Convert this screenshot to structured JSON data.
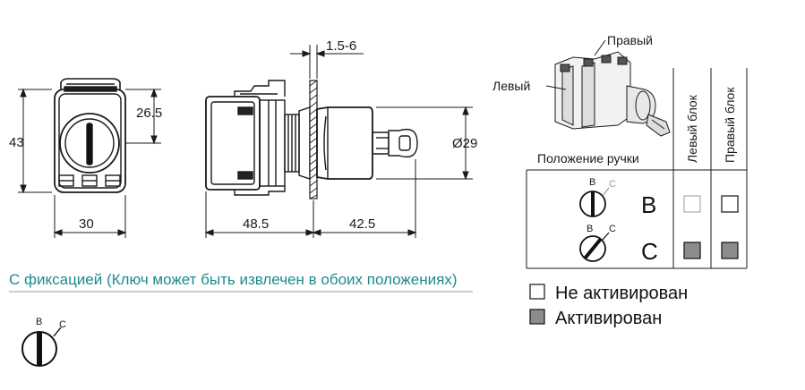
{
  "colors": {
    "teal": "#1e8a8a",
    "activated": "#8c8c8c",
    "inactive_gray_box": "#aaaaaa",
    "line": "#1a1a1a"
  },
  "dimensions": {
    "thickness": "1.5-6",
    "height_upper": "26.5",
    "height_total": "43",
    "width_front": "30",
    "length_body": "48.5",
    "length_head": "42.5",
    "diameter": "Ø29"
  },
  "caption": "С фиксацией (Ключ может быть извлечен в обоих положениях)",
  "table": {
    "label_right_unit": "Правый",
    "label_left_unit": "Левый",
    "col_left": "Левый блок",
    "col_right": "Правый блок",
    "row_header": "Положение ручки",
    "rows": [
      {
        "position": "B",
        "pos_b": "B",
        "pos_c": "C",
        "left": "not_activated",
        "right": "not_activated"
      },
      {
        "position": "C",
        "pos_b": "B",
        "pos_c": "C",
        "left": "activated",
        "right": "activated"
      }
    ]
  },
  "legend": {
    "not_activated": "Не активирован",
    "activated": "Активирован"
  },
  "bottom_symbol": {
    "b": "B",
    "c": "C"
  }
}
